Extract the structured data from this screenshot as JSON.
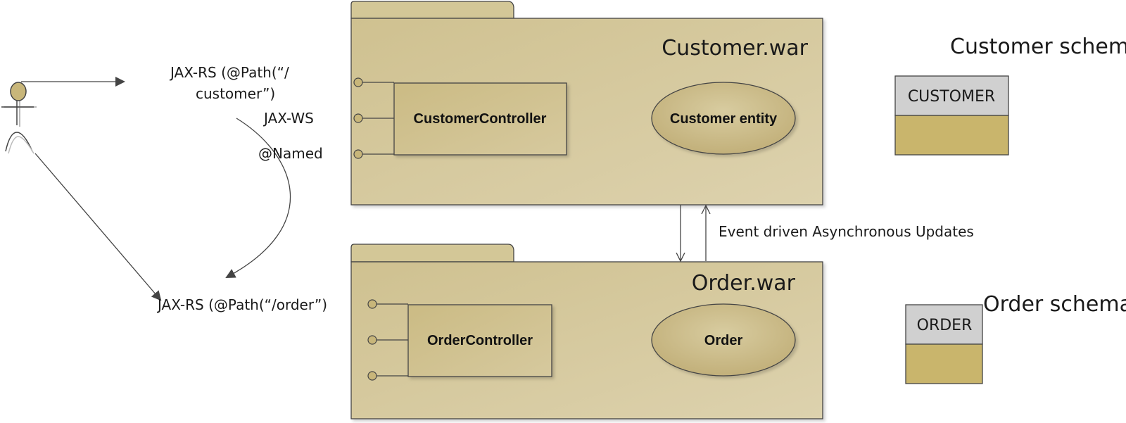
{
  "labels": {
    "jaxrs_customer_line1": "JAX-RS (@Path(“/",
    "jaxrs_customer_line2": "customer”)",
    "jaxws": "JAX-WS",
    "named": "@Named",
    "jaxrs_order": "JAX-RS (@Path(“/order”)",
    "event_updates": "Event driven Asynchronous Updates"
  },
  "customer_package": {
    "title": "Customer.war",
    "controller": "CustomerController",
    "entity": "Customer entity"
  },
  "order_package": {
    "title": "Order.war",
    "controller": "OrderController",
    "entity": "Order"
  },
  "customer_schema": {
    "title": "Customer schema",
    "table": "CUSTOMER"
  },
  "order_schema": {
    "title": "Order schema",
    "table": "ORDER"
  },
  "colors": {
    "package_fill": "#d4c89c",
    "component_fill": "#c9b985",
    "table_header": "#d0d0d0",
    "table_body": "#c9b56c",
    "line": "#444444"
  }
}
